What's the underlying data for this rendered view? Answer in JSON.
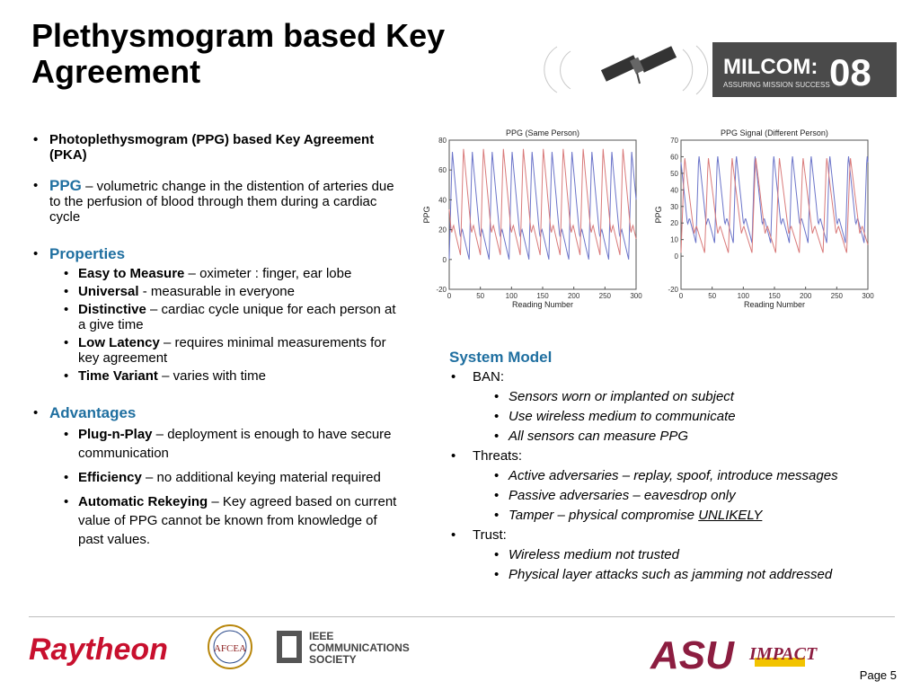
{
  "slide": {
    "title": "Plethysmogram based Key Agreement",
    "page": "Page 5"
  },
  "banner": {
    "logo_main": "MILCOM:",
    "logo_year": "08",
    "tagline": "ASSURING MISSION SUCCESS",
    "icon": "satellite-icon"
  },
  "left": {
    "pka": "Photoplethysmogram (PPG) based Key Agreement (PKA)",
    "ppg_term": "PPG",
    "ppg_desc": " – volumetric change in the distention of arteries due to the perfusion of blood through them during a cardiac cycle",
    "properties_heading": "Properties",
    "properties": [
      {
        "term": "Easy to Measure",
        "desc": " – oximeter : finger, ear lobe"
      },
      {
        "term": "Universal",
        "desc": " - measurable in everyone"
      },
      {
        "term": "Distinctive",
        "desc": " – cardiac cycle unique for each person at a give time"
      },
      {
        "term": "Low Latency",
        "desc": " – requires minimal measurements for key agreement"
      },
      {
        "term": "Time Variant",
        "desc": " – varies with time"
      }
    ],
    "advantages_heading": "Advantages",
    "advantages": [
      {
        "term": "Plug-n-Play",
        "desc": " – deployment is enough to have secure communication"
      },
      {
        "term": "Efficiency",
        "desc": " – no additional keying material required"
      },
      {
        "term": "Automatic Rekeying",
        "desc": " – Key agreed based on current value of PPG cannot be known from knowledge of past values."
      }
    ]
  },
  "system_model": {
    "heading": "System Model",
    "groups": [
      {
        "label": "BAN:",
        "items": [
          "Sensors worn or implanted on subject",
          "Use wireless medium to communicate",
          "All sensors can measure PPG"
        ]
      },
      {
        "label": "Threats:",
        "items": [
          "Active adversaries – replay, spoof, introduce messages",
          "Passive adversaries – eavesdrop only"
        ],
        "tamper_prefix": "Tamper – physical compromise ",
        "tamper_emph": "UNLIKELY"
      },
      {
        "label": "Trust:",
        "items": [
          "Wireless medium not trusted",
          "Physical layer attacks such as jamming not addressed"
        ]
      }
    ]
  },
  "footer": {
    "raytheon": "Raytheon",
    "afcea": "AFCEA",
    "ieee_lines": [
      "IEEE",
      "COMMUNICATIONS",
      "SOCIETY"
    ],
    "asu": "ASU",
    "impact": "IMPACT"
  },
  "colors": {
    "accent": "#1f6fa0",
    "raytheon_red": "#c8102e",
    "asu_maroon": "#8c1d40",
    "series_blue": "#6b74c9",
    "series_red": "#d97a7a"
  },
  "chart_data": [
    {
      "type": "line",
      "title": "PPG (Same Person)",
      "xlabel": "Reading Number",
      "ylabel": "PPG",
      "xlim": [
        0,
        300
      ],
      "ylim": [
        -20,
        80
      ],
      "xticks": [
        0,
        50,
        100,
        150,
        200,
        250,
        300
      ],
      "yticks": [
        -20,
        0,
        20,
        40,
        60,
        80
      ],
      "grid": false,
      "series": [
        {
          "color": "#6b74c9",
          "period": 32,
          "phase": 0,
          "min": 0,
          "max": 73
        },
        {
          "color": "#d97a7a",
          "period": 32,
          "phase": 14,
          "min": 3,
          "max": 75
        }
      ]
    },
    {
      "type": "line",
      "title": "PPG Signal (Different Person)",
      "xlabel": "Reading Number",
      "ylabel": "PPG",
      "xlim": [
        0,
        300
      ],
      "ylim": [
        -20,
        70
      ],
      "xticks": [
        0,
        50,
        100,
        150,
        200,
        250,
        300
      ],
      "yticks": [
        -20,
        0,
        10,
        20,
        30,
        40,
        50,
        60,
        70
      ],
      "grid": false,
      "series": [
        {
          "color": "#6b74c9",
          "period": 30,
          "phase": 6,
          "min": 8,
          "max": 62
        },
        {
          "color": "#d97a7a",
          "period": 38,
          "phase": 0,
          "min": 2,
          "max": 60
        }
      ]
    }
  ]
}
